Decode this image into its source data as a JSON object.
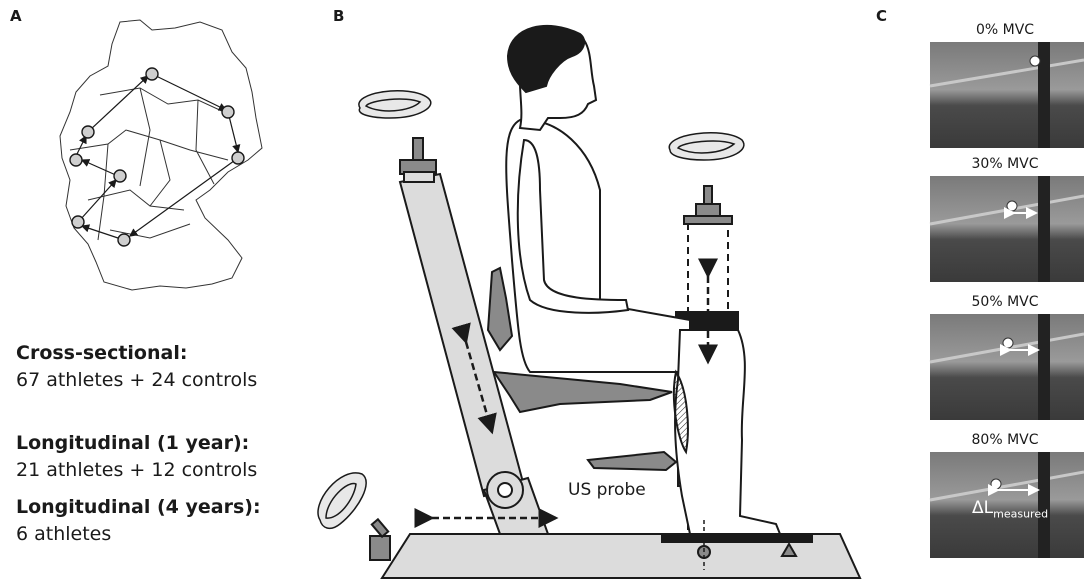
{
  "panels": {
    "a": "A",
    "b": "B",
    "c": "C"
  },
  "study_groups": [
    {
      "heading": "Cross-sectional:",
      "detail": "67 athletes + 24 controls"
    },
    {
      "heading": "Longitudinal (1 year):",
      "detail": "21 athletes + 12 controls"
    },
    {
      "heading": "Longitudinal (4 years):",
      "detail": "6 athletes"
    }
  ],
  "setup": {
    "probe_label": "US probe"
  },
  "ultrasound": {
    "frames": [
      {
        "label": "0% MVC"
      },
      {
        "label": "30% MVC"
      },
      {
        "label": "50% MVC"
      },
      {
        "label": "80% MVC"
      }
    ],
    "measure_symbol": "ΔL",
    "measure_subscript": "measured"
  },
  "colors": {
    "dynamometer_fill": "#dcdcdc",
    "seat_fill": "#8a8a8a",
    "outline": "#1a1a1a",
    "ultrasound_bg": "#5a5a5a"
  }
}
